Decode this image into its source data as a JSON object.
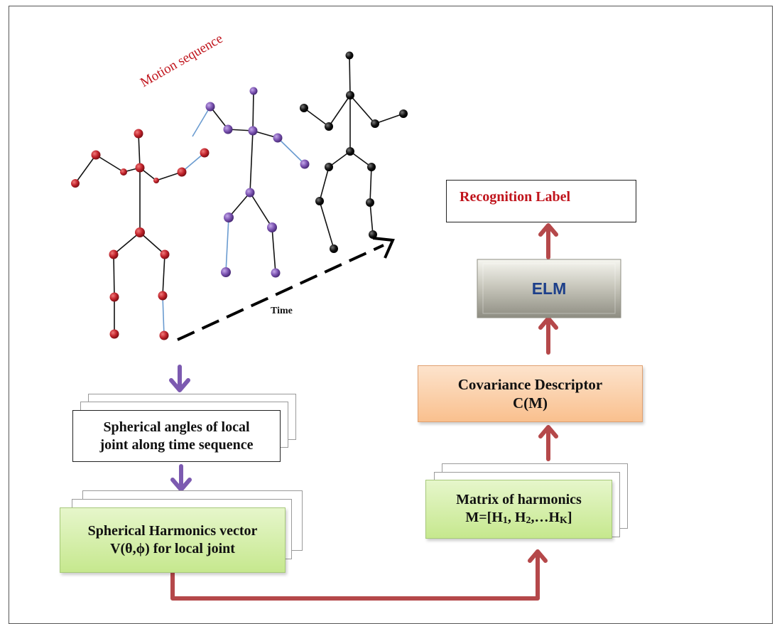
{
  "colors": {
    "red_skeleton": "#c0222a",
    "purple_skeleton": "#7a52b0",
    "black_skeleton": "#111111",
    "blue_limb": "#6a9bd0",
    "flow_arrow_red": "#b5484a",
    "flow_arrow_purple": "#7c5ab0",
    "green_box": "#d6f0a8",
    "orange_box": "#fbcfa8",
    "label_red": "#c0141c"
  },
  "labels": {
    "motion_sequence": "Motion sequence",
    "time": "Time",
    "spherical_angles": [
      "Spherical angles of local",
      "joint along time sequence"
    ],
    "sh_vector": [
      "Spherical Harmonics vector",
      "V(θ,ϕ)  for local joint"
    ],
    "matrix": {
      "line1": "Matrix of harmonics",
      "prefix": "M=[H",
      "s1": "1",
      "sep1": ", H",
      "s2": "2",
      "sep2": ",…H",
      "sk": "K",
      "suffix": "]"
    },
    "covariance": [
      "Covariance Descriptor",
      "C(M)"
    ],
    "elm": "ELM",
    "recognition": "Recognition Label"
  },
  "icons": [
    "red-skeleton-figure",
    "purple-skeleton-figure",
    "black-skeleton-figure",
    "dashed-time-arrow",
    "down-arrow-icon",
    "up-arrow-icon",
    "connector-arrow"
  ]
}
